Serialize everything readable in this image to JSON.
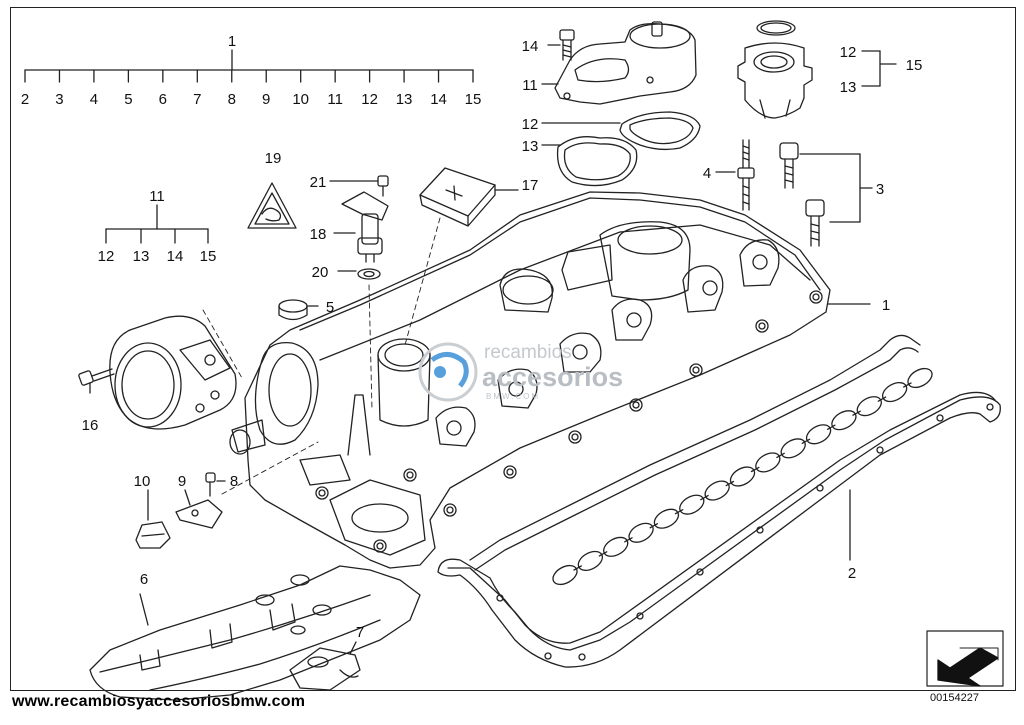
{
  "labels": {
    "l1": "1",
    "l2": "2",
    "l3": "3",
    "l4": "4",
    "l5": "5",
    "l6": "6",
    "l7": "7",
    "l8": "8",
    "l9": "9",
    "l10": "10",
    "l11": "11",
    "l12": "12",
    "l13": "13",
    "l14": "14",
    "l15": "15",
    "l16": "16",
    "l17": "17",
    "l18": "18",
    "l19": "19",
    "l20": "20",
    "l21": "21"
  },
  "kit_top": [
    "2",
    "3",
    "4",
    "5",
    "6",
    "7",
    "8",
    "9",
    "10",
    "11",
    "12",
    "13",
    "14",
    "15"
  ],
  "kit_left": [
    "12",
    "13",
    "14",
    "15"
  ],
  "watermark": {
    "line1": "recambios",
    "line2": "accesorios",
    "line3": "BMW.COM"
  },
  "footer": {
    "url": "www.recambiosyaccesoriosbmw.com",
    "ref": "00154227"
  },
  "colors": {
    "stroke": "#222222",
    "accent_watermark": "#3a8fd6"
  }
}
